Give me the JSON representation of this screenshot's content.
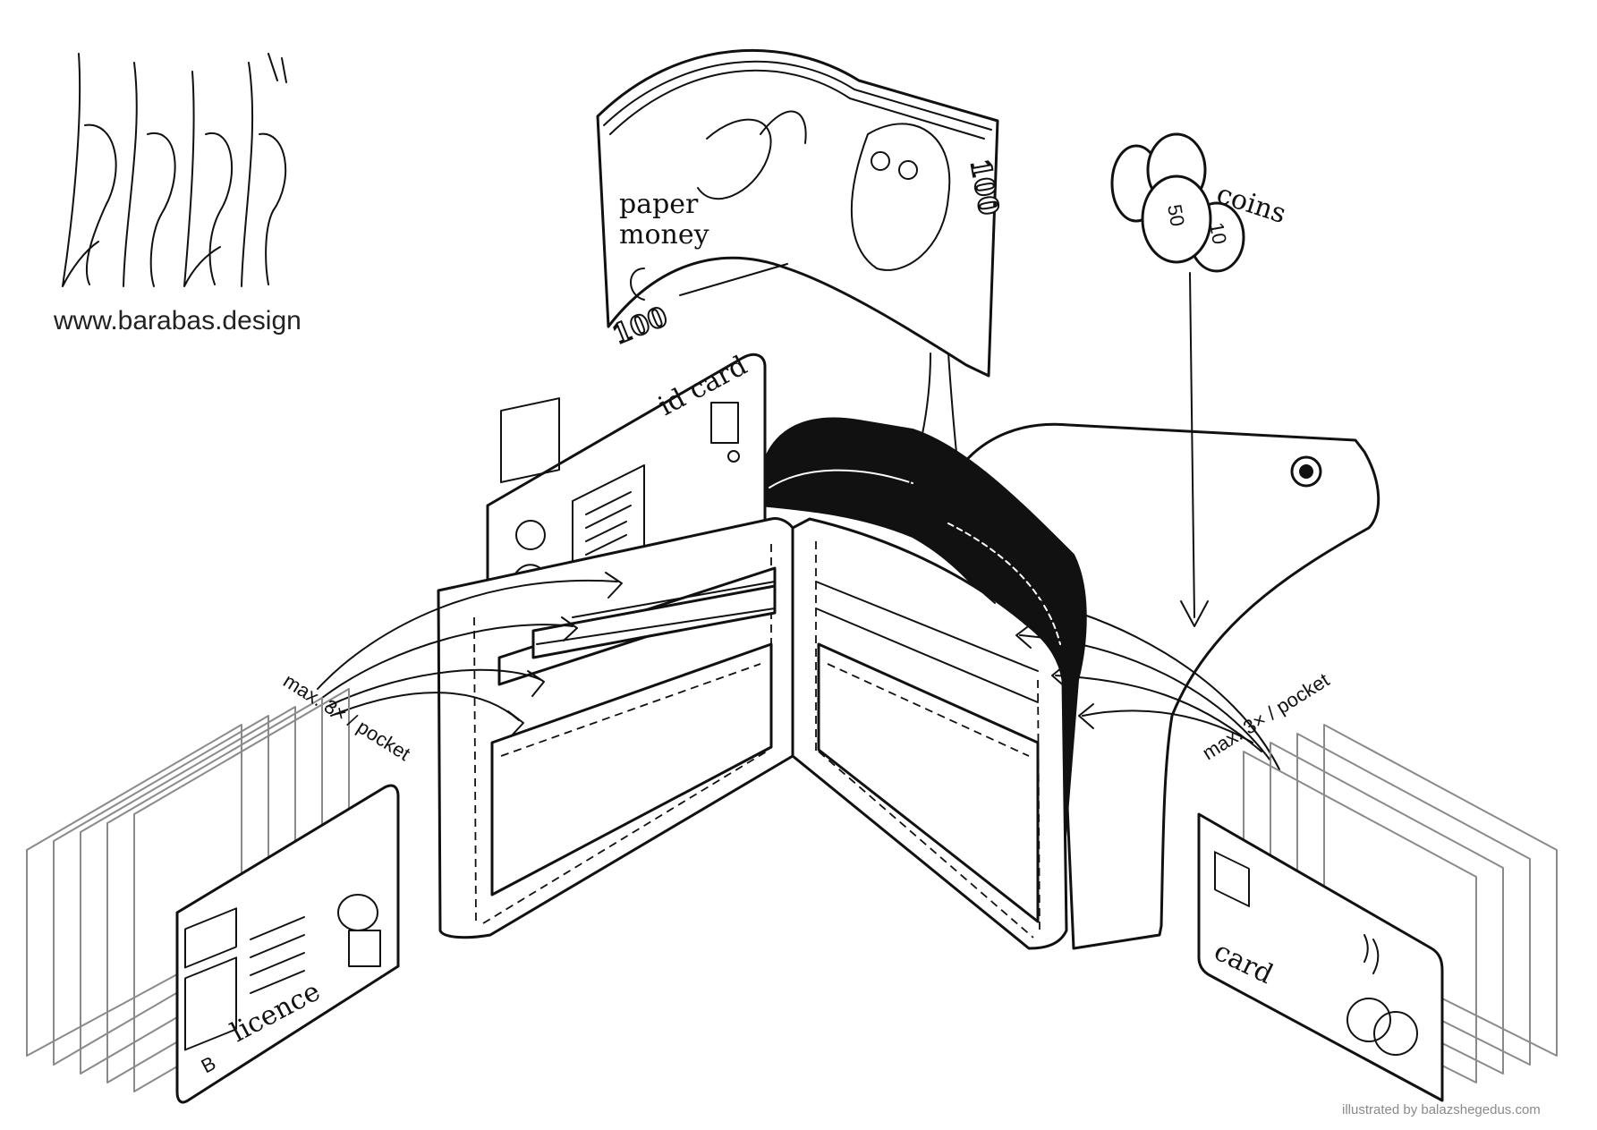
{
  "logo": {
    "word": "barabás",
    "website": "www.barabas.design"
  },
  "labels": {
    "paper_money": [
      "paper",
      "money"
    ],
    "coins": "coins",
    "id_card": "id card",
    "licence": "licence",
    "licence_category": "B",
    "card": "card",
    "pocket_note_left": "max. 3× / pocket",
    "pocket_note_right": "max. 3× / pocket"
  },
  "banknote": {
    "denomination": "100"
  },
  "coin_values": [
    "50",
    "10"
  ],
  "credit": "illustrated by balazshegedus.com"
}
